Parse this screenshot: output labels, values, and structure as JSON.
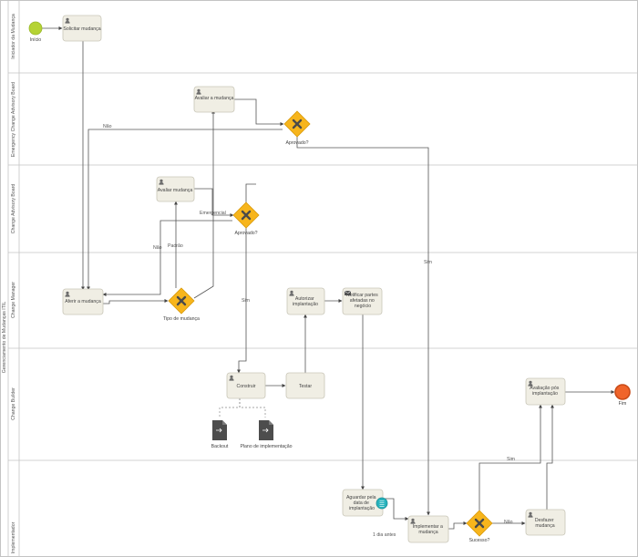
{
  "pool": {
    "label": "Gerenciamento de Mudanças ITIL"
  },
  "lanes": [
    {
      "id": "iniciador",
      "label": "Iniciador da Mudança"
    },
    {
      "id": "ecab",
      "label": "Emergency Change Advisory Board"
    },
    {
      "id": "cab",
      "label": "Change Advisory Board"
    },
    {
      "id": "manager",
      "label": "Change Manager"
    },
    {
      "id": "builder",
      "label": "Change Builder"
    },
    {
      "id": "implementador",
      "label": "Implementador"
    }
  ],
  "events": {
    "start": {
      "label": "Início",
      "color": "#b5d334"
    },
    "end": {
      "label": "Fim",
      "color": "#f0642a"
    }
  },
  "tasks": {
    "solicitar": "Solicitar mudança",
    "avaliar_ecab": "Avaliar a mudança",
    "avaliar_cab": "Avaliar mudança",
    "aferir": "Aferir a mudança",
    "autorizar": [
      "Autorizar",
      "implantação"
    ],
    "notificar": [
      "Notificar partes",
      "afetadas no",
      "negócio"
    ],
    "construir": "Construir",
    "testar": "Testar",
    "avaliacao_pos": [
      "Avaliação pós",
      "implantação"
    ],
    "aguardar": [
      "Aguardar pela",
      "data de",
      "implantação"
    ],
    "implementar": [
      "Implementar a",
      "mudança"
    ],
    "desfazer": [
      "Desfazer",
      "mudança"
    ]
  },
  "gateways": {
    "aprovado_ecab": "Aprovado?",
    "aprovado_cab": "Aprovado?",
    "tipo": "Tipo de mudança",
    "sucesso": "Sucesso?"
  },
  "documents": {
    "backout": "Backout",
    "plano": "Plano de implementação"
  },
  "flow_labels": {
    "nao_1": "Não",
    "emergencial": "Emergencial",
    "nao_2": "Não",
    "padrao": "Padrão",
    "sim_1": "Sim",
    "sim_2": "Sim",
    "timer": "1 dia antes",
    "nao_3": "Não",
    "sim_3": "Sim"
  },
  "colors": {
    "task_fill": "#f0eee4",
    "task_stroke": "#c9c6b8",
    "gateway_fill": "#f7b51c",
    "gateway_mark": "#4a4a4a",
    "timer_fill": "#27b3bd",
    "doc_fill": "#4d4d4d",
    "flow": "#555555",
    "lane_line": "#c4c4c4"
  }
}
